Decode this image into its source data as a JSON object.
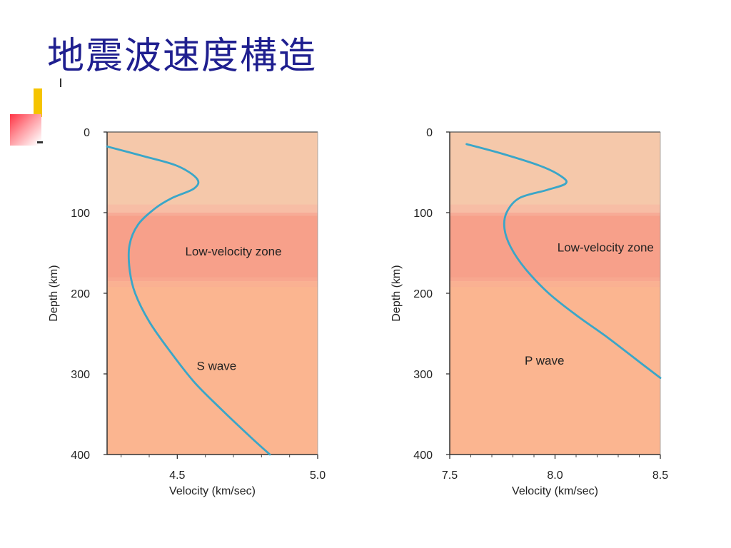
{
  "slide": {
    "title": "地震波速度構造"
  },
  "colors": {
    "title": "#1f1f8f",
    "curve": "#3aa6c8",
    "lid_zone": "#f5c4a4",
    "low_velocity_zone": "#f8a088",
    "lower_zone": "#fbb590",
    "bullet_yellow": "#f5c400",
    "bullet_red": "#ff3344"
  },
  "chart_data": [
    {
      "type": "line",
      "ylabel": "Depth (km)",
      "xlabel": "Velocity (km/sec)",
      "xlim": [
        4.25,
        5.0
      ],
      "ylim": [
        0,
        400
      ],
      "y_inverted": true,
      "x_ticks": [
        4.5,
        5.0
      ],
      "x_tick_labels": [
        "4.5",
        "5.0"
      ],
      "x_minor_ticks": [
        4.3,
        4.4,
        4.6,
        4.7,
        4.8,
        4.9
      ],
      "y_ticks": [
        0,
        100,
        200,
        300,
        400
      ],
      "y_tick_labels": [
        "0",
        "100",
        "200",
        "300",
        "400"
      ],
      "zones": [
        {
          "from": 0,
          "to": 100,
          "color": "#f5c8aa"
        },
        {
          "from": 100,
          "to": 185,
          "color": "#f7a08a",
          "label": "Low-velocity zone",
          "label_depth": 148,
          "label_x": 4.7
        },
        {
          "from": 185,
          "to": 400,
          "color": "#fbb590"
        }
      ],
      "annotations": [
        {
          "text": "S wave",
          "x": 4.64,
          "y": 290
        }
      ],
      "series": [
        {
          "x": [
            4.25,
            4.38,
            4.5,
            4.57,
            4.56,
            4.48,
            4.42,
            4.36,
            4.33,
            4.33,
            4.35,
            4.4,
            4.47,
            4.56,
            4.66,
            4.76,
            4.83
          ],
          "y": [
            18,
            30,
            42,
            58,
            70,
            82,
            95,
            115,
            140,
            170,
            200,
            235,
            270,
            310,
            345,
            378,
            400
          ]
        }
      ]
    },
    {
      "type": "line",
      "ylabel": "Depth (km)",
      "xlabel": "Velocity (km/sec)",
      "xlim": [
        7.5,
        8.5
      ],
      "ylim": [
        0,
        400
      ],
      "y_inverted": true,
      "x_ticks": [
        7.5,
        8.0,
        8.5
      ],
      "x_tick_labels": [
        "7.5",
        "8.0",
        "8.5"
      ],
      "x_minor_ticks": [
        7.6,
        7.7,
        7.8,
        7.9,
        8.1,
        8.2,
        8.3,
        8.4
      ],
      "y_ticks": [
        0,
        100,
        200,
        300,
        400
      ],
      "y_tick_labels": [
        "0",
        "100",
        "200",
        "300",
        "400"
      ],
      "zones": [
        {
          "from": 0,
          "to": 100,
          "color": "#f5c8aa"
        },
        {
          "from": 100,
          "to": 185,
          "color": "#f7a08a",
          "label": "Low-velocity zone",
          "label_depth": 143,
          "label_x": 8.24
        },
        {
          "from": 185,
          "to": 400,
          "color": "#fbb590"
        }
      ],
      "annotations": [
        {
          "text": "P wave",
          "x": 7.95,
          "y": 283
        }
      ],
      "series": [
        {
          "x": [
            7.58,
            7.75,
            7.93,
            8.03,
            8.05,
            7.96,
            7.83,
            7.77,
            7.76,
            7.79,
            7.86,
            7.97,
            8.1,
            8.25,
            8.4,
            8.5
          ],
          "y": [
            15,
            27,
            42,
            55,
            64,
            72,
            82,
            100,
            120,
            143,
            170,
            200,
            227,
            255,
            285,
            305
          ]
        }
      ]
    }
  ]
}
